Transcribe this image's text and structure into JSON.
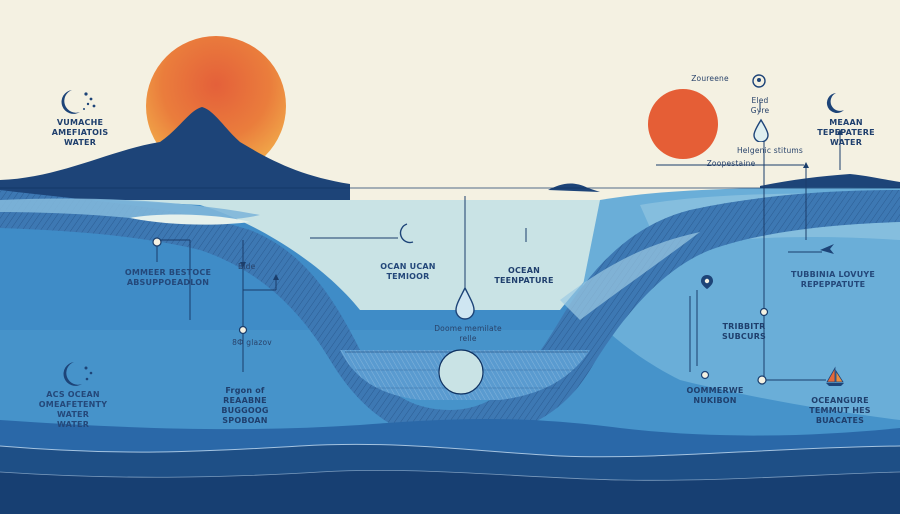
{
  "colors": {
    "sky": "#f4f1e2",
    "sun": "#e4693a",
    "sun_glow": "#f0a649",
    "mountain": "#1d4478",
    "deep_sea": "#1e4f86",
    "mid_sea": "#3f8cc7",
    "surface_sea": "#bfdde3",
    "trench_band": "#3d78b3",
    "outline": "#0f3262"
  },
  "labels": {
    "top_left_water": "VUMACHE\nAMEFIATOIS\nWATER",
    "shimmer": "OMMEER BESTOCE\nABSUPPOEADLON",
    "left_mid_small": "Bide",
    "left_lower_small": "8Ф glazov",
    "bottom_left_water": "ACS OCEAN\nOMEAFETENTY\nWATER\nWATER",
    "bottom_center_left": "Frgon of\nREAABNE\nBUGGOOG\nSPOBOAN",
    "ocean_temp_left": "OCAN UCAN\nTEMIOOR",
    "ocean_temperature": "OCEAN\nTEENPATURE",
    "center_drop": "Doome   memilate\nrelle",
    "top_zoureene": "Zoureene",
    "top_eled": "Eled\nGyre",
    "helgenic": "Helgenic stitums",
    "zoopestaine": "Zoopestaine",
    "meaan": "MEAAN\nTEPEPATERE\nWATER",
    "tubbinia": "TUBBINIA LOVUYE\nREPEPPATUTE",
    "tribbitr": "TRIBBITR\nSUBCURS",
    "oommerwe": "OOMMERWE\nNUKIBON",
    "oceangure": "OCEANGURE\nTEMMUT HES\nBUACATES"
  },
  "icons": {
    "moon": "crescent-moon-icon",
    "drop": "water-drop-icon",
    "sailboat": "sailboat-icon",
    "plane": "airplane-icon",
    "pin": "location-pin-icon"
  }
}
